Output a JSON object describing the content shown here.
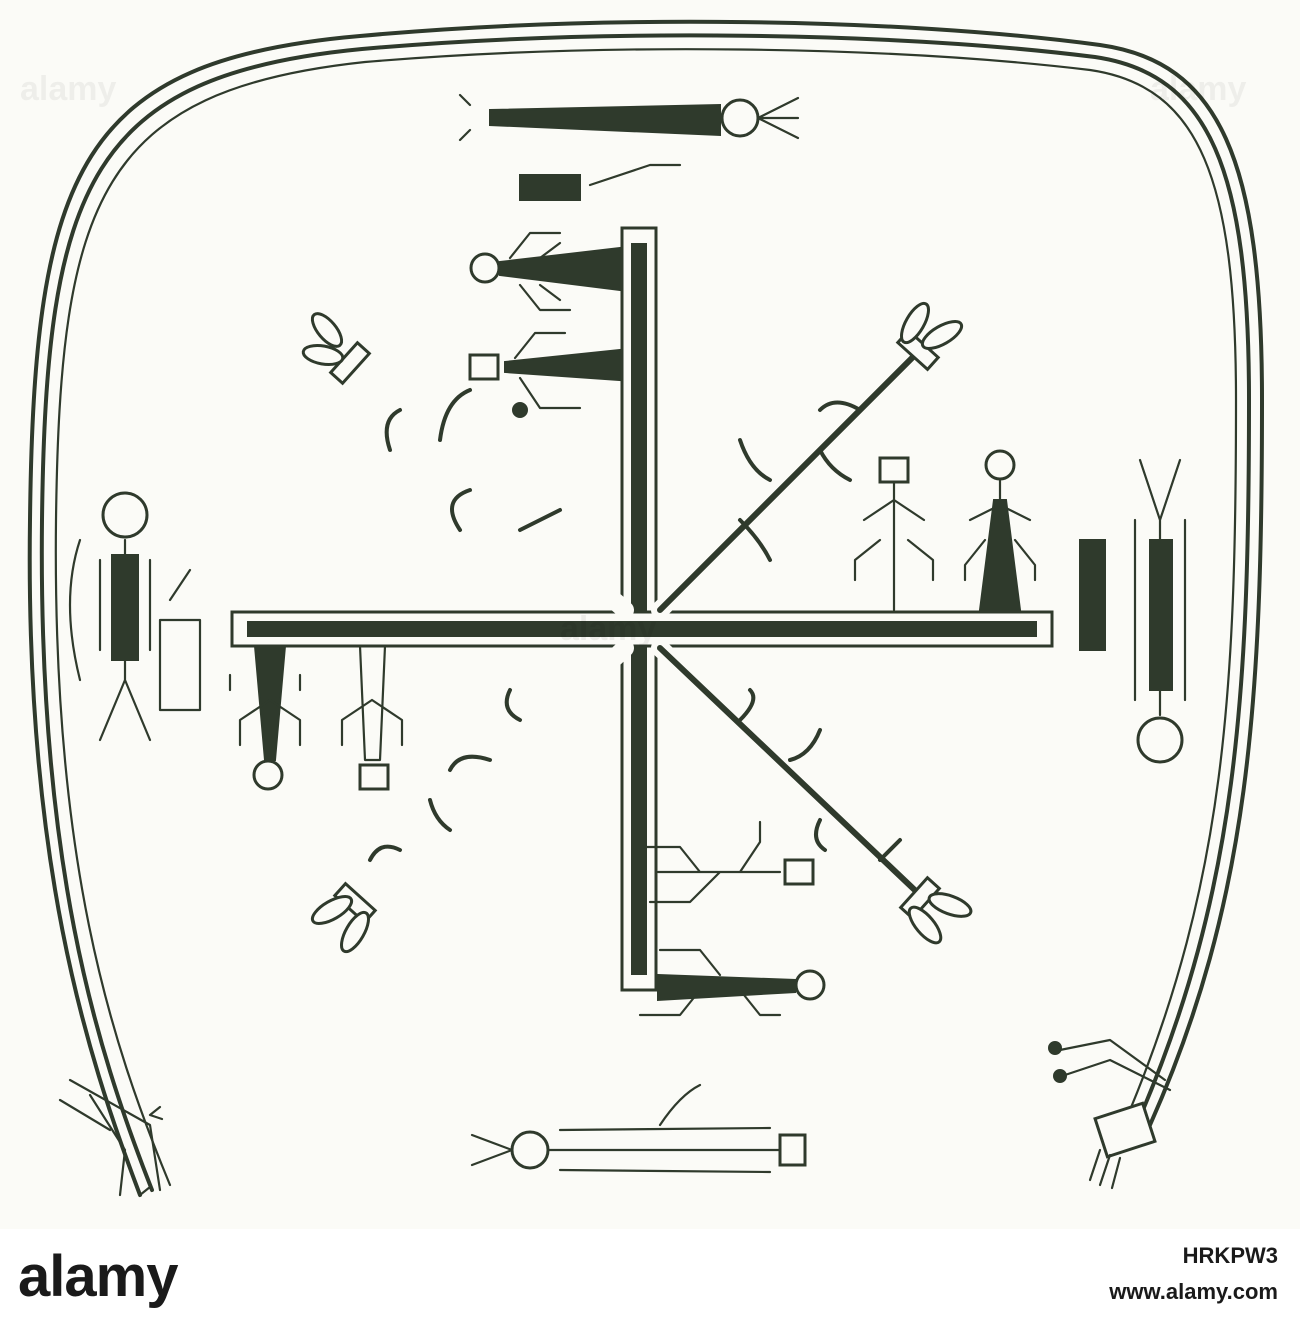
{
  "watermark": {
    "text": "alamy"
  },
  "footer": {
    "brand": "alamy",
    "image_id": "HRKPW3",
    "site": "www.alamy.com"
  },
  "colors": {
    "ink": "#2f3a2c",
    "paper": "#fbfbf7",
    "footer_bg": "#ffffff",
    "footer_text": "#1a1a1a"
  }
}
